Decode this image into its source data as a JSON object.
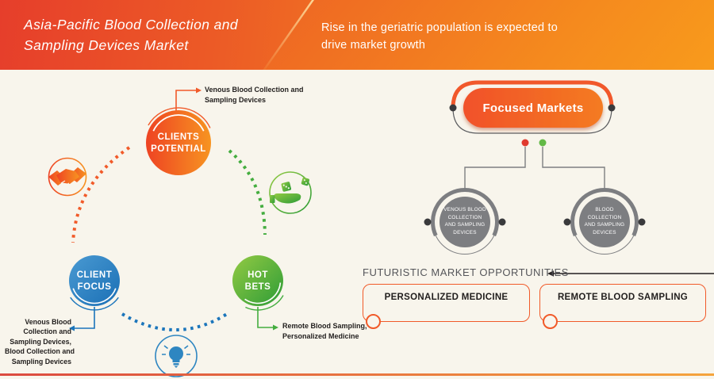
{
  "header": {
    "title_line1": "Asia-Pacific Blood Collection and",
    "title_line2": "Sampling Devices Market",
    "subtitle_line1": "Rise in the geriatric population is expected to",
    "subtitle_line2": "drive market growth"
  },
  "matrix": {
    "clients_potential": {
      "line1": "CLIENTS",
      "line2": "POTENTIAL",
      "annotation_lines": [
        "Venous Blood Collection and",
        "Sampling Devices"
      ]
    },
    "client_focus": {
      "line1": "CLIENT",
      "line2": "FOCUS",
      "annotation_lines": [
        "Venous Blood",
        "Collection and",
        "Sampling Devices,",
        "Blood Collection and",
        "Sampling Devices"
      ]
    },
    "hot_bets": {
      "line1": "HOT",
      "line2": "BETS",
      "annotation_lines": [
        "Remote Blood Sampling,",
        "Personalized Medicine"
      ]
    },
    "icons": [
      "handshake-icon",
      "hand-holding-dice-icon",
      "lightbulb-icon"
    ]
  },
  "focused_markets": {
    "title": "Focused Markets",
    "markets": [
      {
        "lines": [
          "VENOUS BLOOD",
          "COLLECTION",
          "AND SAMPLING",
          "DEVICES"
        ]
      },
      {
        "lines": [
          "BLOOD",
          "COLLECTION",
          "AND SAMPLING",
          "DEVICES"
        ]
      }
    ]
  },
  "opportunities": {
    "title": "FUTURISTIC MARKET OPPORTUNITIES",
    "items": [
      {
        "label": "PERSONALIZED MEDICINE"
      },
      {
        "label": "REMOTE BLOOD SAMPLING"
      }
    ]
  },
  "colors": {
    "orange": "#f15a29",
    "blue": "#1b75bb",
    "green": "#44ad3f",
    "gray": "#7d7e81",
    "banner_red": "#e63e2b",
    "banner_orange": "#f89b1e",
    "cream": "#f8f5ec"
  }
}
